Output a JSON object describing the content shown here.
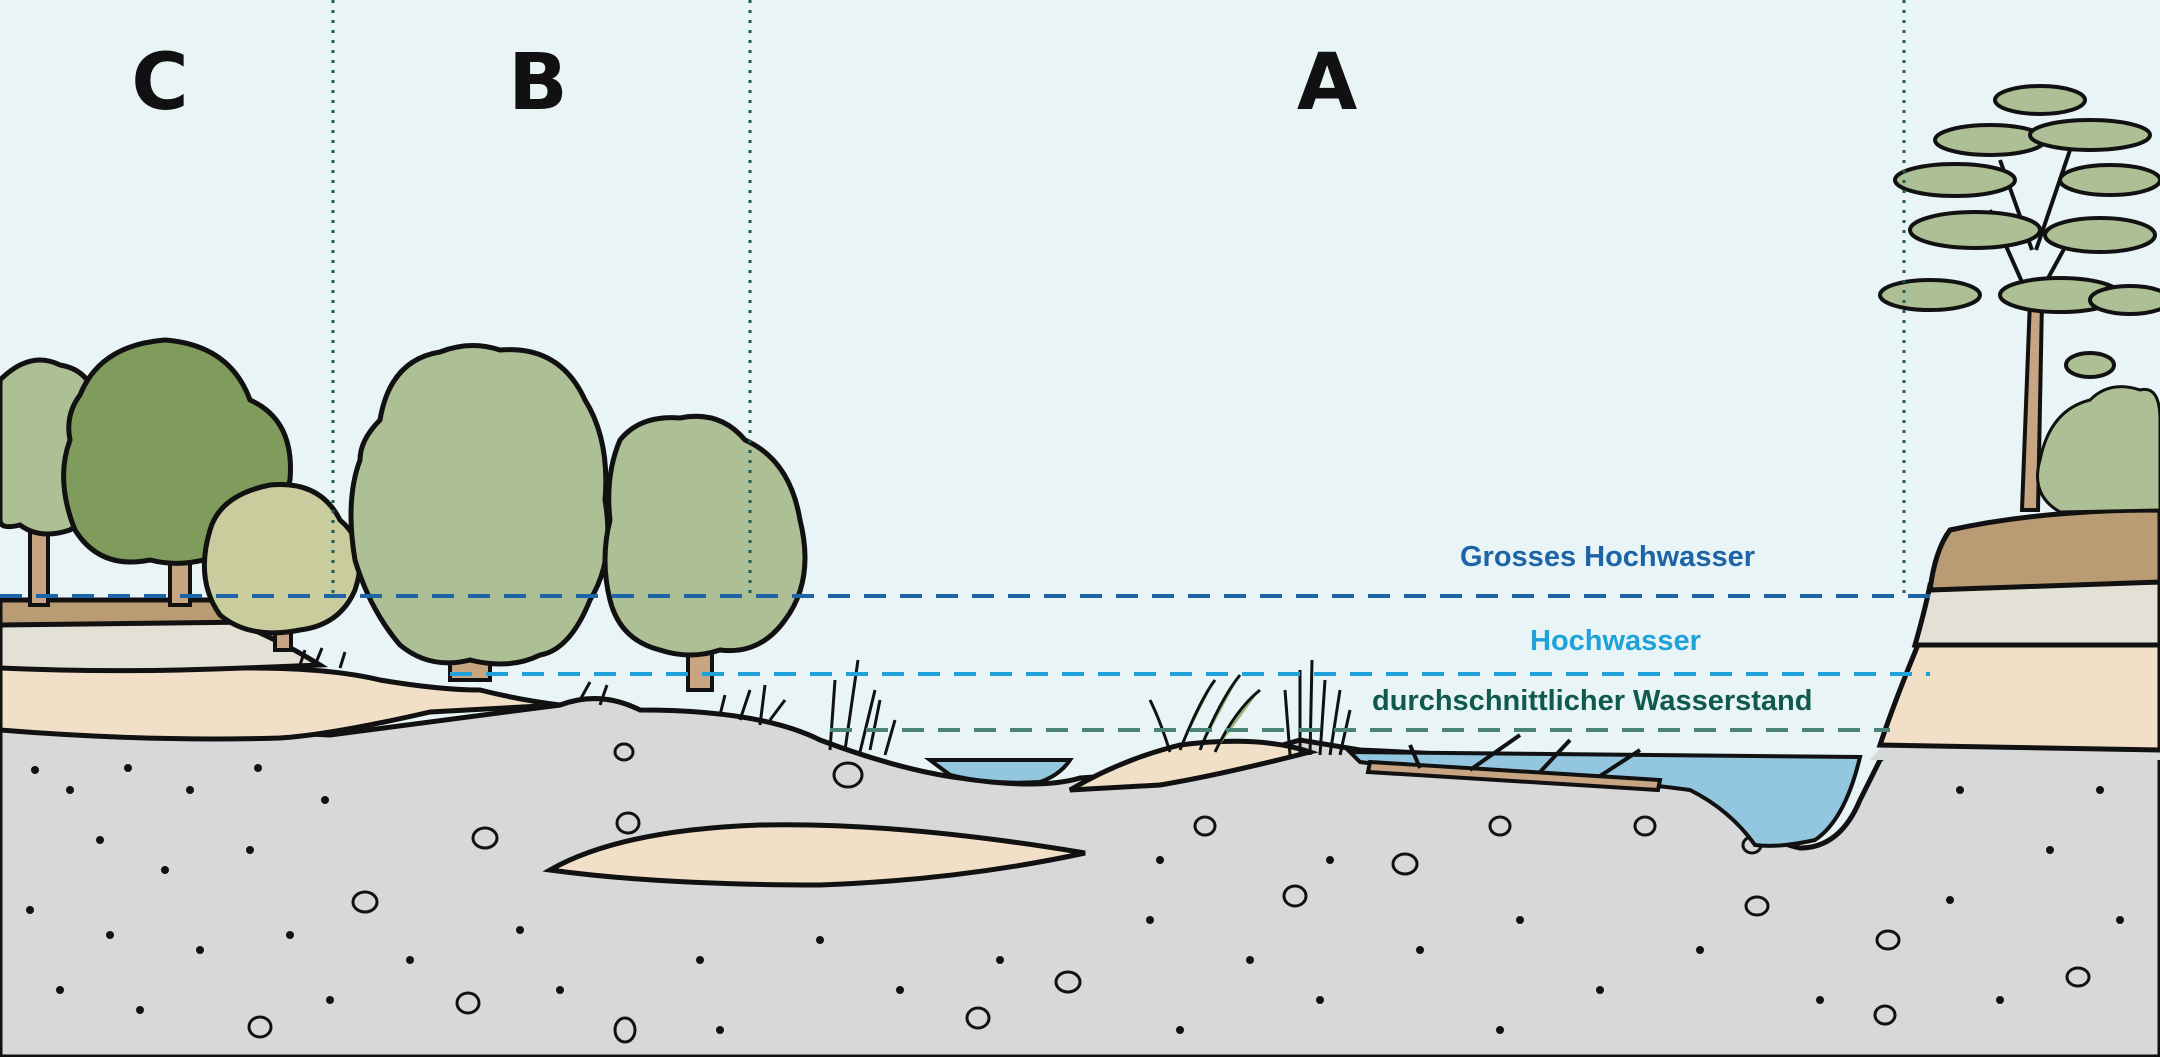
{
  "zones": [
    {
      "id": "C",
      "label": "C"
    },
    {
      "id": "B",
      "label": "B"
    },
    {
      "id": "A",
      "label": "A"
    }
  ],
  "water_levels": {
    "grosses_hochwasser": {
      "label": "Grosses Hochwasser",
      "color": "#1d64a6"
    },
    "hochwasser": {
      "label": "Hochwasser",
      "color": "#1ea2d9"
    },
    "durchschnitt": {
      "label": "durchschnittlicher Wasserstand",
      "color": "#4a8478"
    }
  },
  "colors": {
    "sky": "#e8f4f6",
    "gravel": "#d7d8da",
    "sand": "#f1dfc7",
    "loam": "#e3e1d6",
    "topsoil": "#b99c74",
    "water": "#93c6df",
    "tree_light": "#adbf95",
    "tree_dark": "#7f9c5c",
    "trunk": "#c8a582",
    "zone_divider": "#1d5a50",
    "outline": "#111111"
  },
  "icons": [
    "willow-tree-icon",
    "oak-tree-icon",
    "pine-tree-icon",
    "reed-icon",
    "shrub-icon",
    "driftwood-icon"
  ]
}
